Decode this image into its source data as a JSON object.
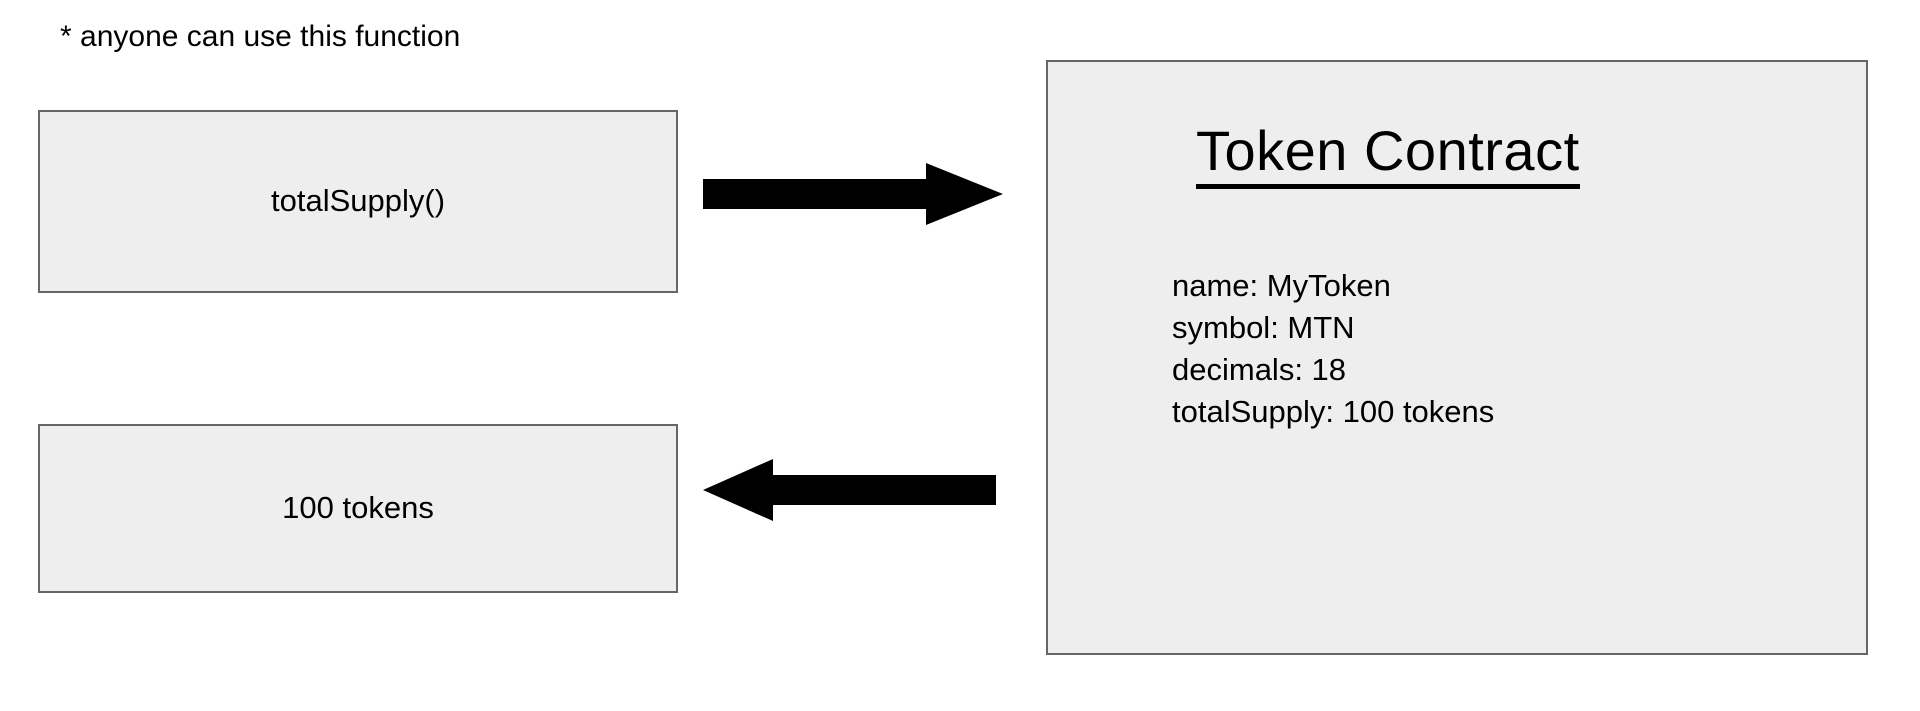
{
  "diagram": {
    "note": "* anyone can use this function",
    "call_box": {
      "label": "totalSupply()"
    },
    "return_box": {
      "label": "100 tokens"
    },
    "contract": {
      "title": "Token Contract",
      "properties": [
        "name: MyToken",
        "symbol: MTN",
        "decimals: 18",
        "totalSupply: 100 tokens"
      ]
    },
    "arrows": {
      "request": "arrow-right-icon",
      "response": "arrow-left-icon"
    },
    "colors": {
      "box_fill": "#eeeeee",
      "box_border": "#666666",
      "arrow": "#000000",
      "text": "#000000",
      "background": "#ffffff"
    }
  }
}
